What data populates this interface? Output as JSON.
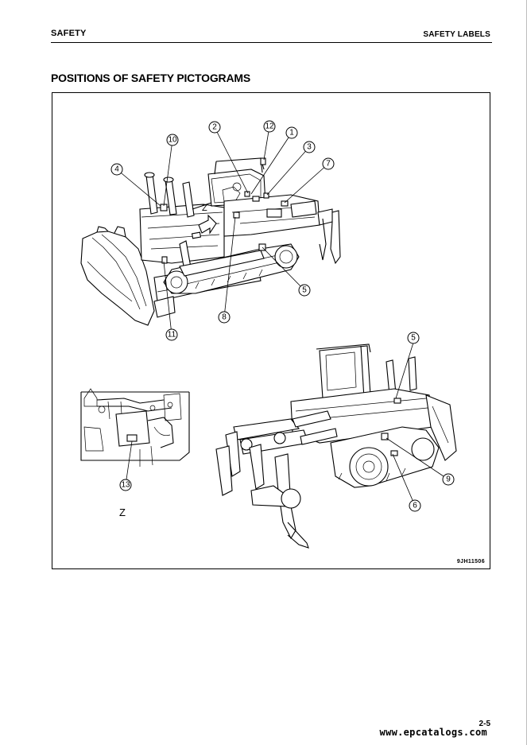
{
  "header": {
    "section": "SAFETY",
    "subsection": "SAFETY LABELS"
  },
  "title": "POSITIONS OF SAFETY PICTOGRAMS",
  "figure": {
    "code": "9JH11506",
    "view_label": "Z",
    "view_arrow_label": "Z",
    "callouts": [
      "1",
      "2",
      "3",
      "4",
      "5",
      "6",
      "7",
      "8",
      "9",
      "10",
      "11",
      "12",
      "13"
    ]
  },
  "footer": {
    "page_number": "2-5",
    "watermark": "www.epcatalogs.com"
  }
}
